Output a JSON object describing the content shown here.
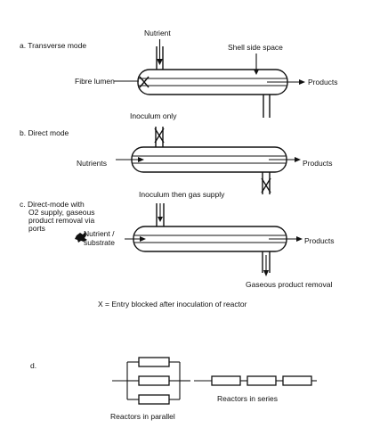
{
  "panel_a": {
    "mode_label": "a. Transverse mode",
    "nutrient_label": "Nutrient",
    "shell_label": "Shell side space",
    "lumen_label": "Fibre lumen",
    "products_label": "Products"
  },
  "panel_b": {
    "mode_label": "b. Direct mode",
    "inoculum_label": "Inoculum only",
    "nutrients_label": "Nutrients",
    "products_label": "Products"
  },
  "panel_c": {
    "mode_label_line1": "c. Direct-mode with",
    "mode_label_line2": "O2 supply, gaseous",
    "mode_label_line3": "product removal via",
    "mode_label_line4": "ports",
    "inoculum_label": "Inoculum then gas supply",
    "nutrient_label_line1": "Nutrient /",
    "nutrient_label_line2": "substrate",
    "products_label": "Products",
    "gas_removal_label": "Gaseous product removal"
  },
  "legend": {
    "text": "X = Entry blocked after inoculation of reactor"
  },
  "panel_d": {
    "mode_label": "d.",
    "parallel_label": "Reactors in parallel",
    "series_label": "Reactors in series"
  }
}
